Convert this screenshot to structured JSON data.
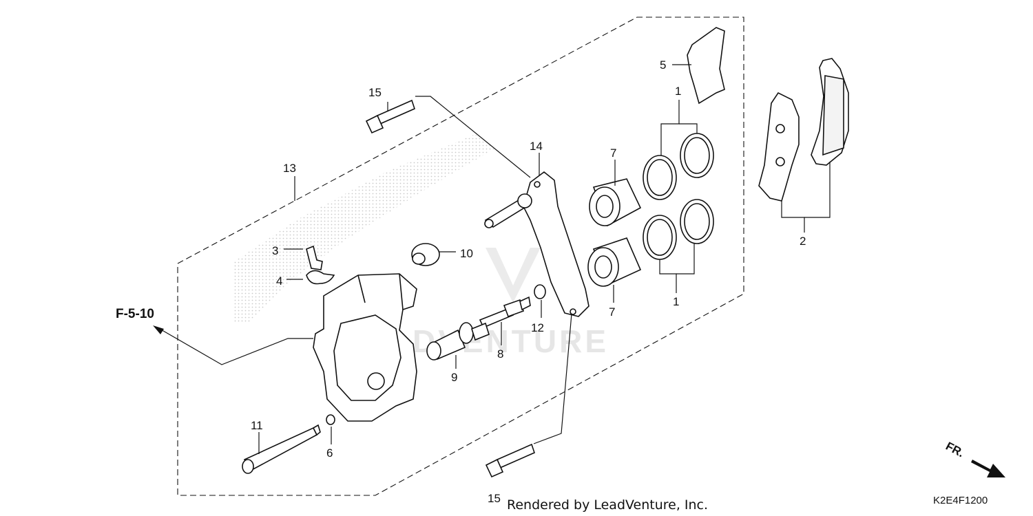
{
  "diagram": {
    "callouts": {
      "c1a": "1",
      "c1b": "1",
      "c2": "2",
      "c3": "3",
      "c4": "4",
      "c5": "5",
      "c6": "6",
      "c7a": "7",
      "c7b": "7",
      "c8": "8",
      "c9": "9",
      "c10": "10",
      "c11": "11",
      "c12": "12",
      "c13": "13",
      "c14": "14",
      "c15a": "15",
      "c15b": "15"
    },
    "reference_label": "F-5-10",
    "direction_label": "FR.",
    "footer_credit": "Rendered by LeadVenture, Inc.",
    "drawing_code": "K2E4F1200",
    "watermark_text": "LEADVENTURE"
  },
  "colors": {
    "line": "#111111",
    "watermark": "#e6e6e6",
    "stipple": "#cfcfcf"
  }
}
